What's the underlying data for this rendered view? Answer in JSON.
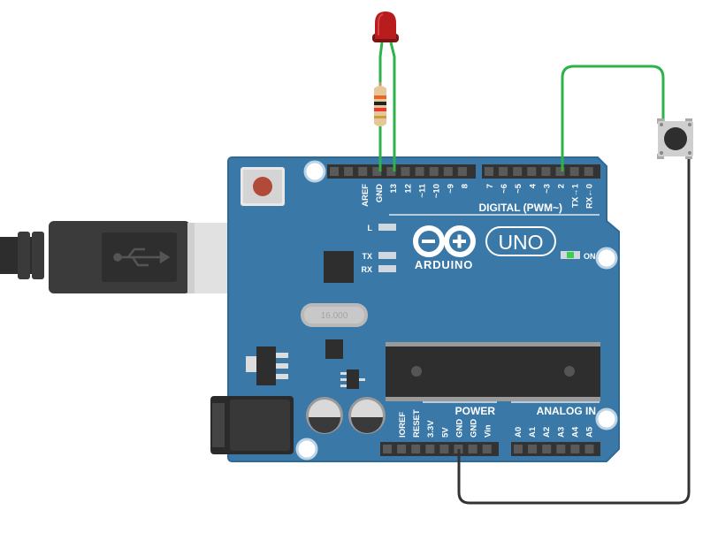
{
  "board": {
    "brand": "ARDUINO",
    "model": "UNO",
    "digital_header_label": "DIGITAL (PWM~)",
    "power_header_label": "POWER",
    "analog_header_label": "ANALOG IN",
    "crystal_label": "16.000",
    "led_labels": {
      "l": "L",
      "tx": "TX",
      "rx": "RX",
      "on": "ON"
    },
    "digital_pins_left": [
      "AREF",
      "GND",
      "13",
      "12",
      "~11",
      "~10",
      "~9",
      "8"
    ],
    "digital_pins_right": [
      "7",
      "~6",
      "~5",
      "4",
      "~3",
      "2",
      "TX→1",
      "RX←0"
    ],
    "power_pins": [
      "IOREF",
      "RESET",
      "3.3V",
      "5V",
      "GND",
      "GND",
      "Vin"
    ],
    "analog_pins": [
      "A0",
      "A1",
      "A2",
      "A3",
      "A4",
      "A5"
    ]
  },
  "components": {
    "led": {
      "color": "red"
    },
    "resistor": {
      "bands": [
        "orange",
        "black",
        "brown",
        "gold"
      ]
    },
    "pushbutton": {
      "type": "tactile"
    },
    "usb_cable": {
      "type": "USB-B"
    }
  },
  "wires": [
    {
      "name": "led-anode-to-pin-13",
      "color": "#2db34a"
    },
    {
      "name": "resistor-to-gnd",
      "color": "#2db34a"
    },
    {
      "name": "pin-2-to-button",
      "color": "#2db34a"
    },
    {
      "name": "button-to-power-gnd",
      "color": "#333333"
    }
  ],
  "colors": {
    "board": "#3a78a8",
    "board_edge": "#2f6a97",
    "header": "#333333",
    "wire_green": "#2db34a",
    "wire_black": "#333333"
  }
}
